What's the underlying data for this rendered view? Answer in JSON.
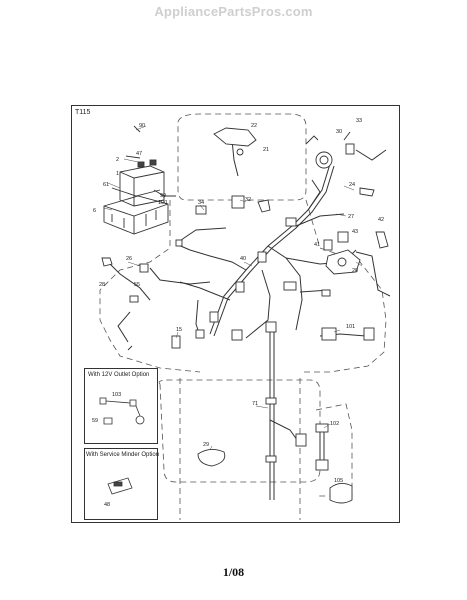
{
  "watermark": "AppliancePartsPros.com",
  "diagram_code": "T115",
  "insets": {
    "outlet": {
      "title": "With 12V Outlet Option"
    },
    "minder": {
      "title": "With Service Minder Option"
    }
  },
  "page_label": "1/08",
  "part_labels": {
    "p90": "90",
    "p22": "22",
    "p21": "21",
    "p30": "30",
    "p33": "33",
    "p2": "2",
    "p47": "47",
    "p1": "1",
    "p61": "61",
    "p99": "99",
    "p100": "100",
    "p6": "6",
    "p34": "34",
    "p32": "32",
    "p24": "24",
    "p27": "27",
    "p42": "42",
    "p43": "43",
    "p41": "41",
    "p26": "26",
    "p40": "40",
    "p20": "20",
    "p28": "28",
    "p55": "55",
    "p15": "15",
    "p101": "101",
    "p71": "71",
    "p102": "102",
    "p29": "29",
    "p103": "103",
    "p59": "59",
    "p48": "48",
    "p105": "105"
  }
}
